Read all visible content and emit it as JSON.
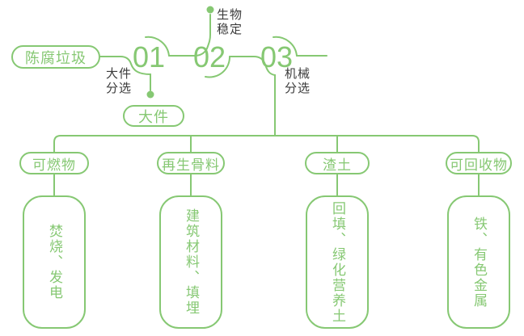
{
  "colors": {
    "green": "#86C873",
    "dark": "#3b3b3b",
    "bg": "#ffffff"
  },
  "source": {
    "label": "陈腐垃圾"
  },
  "steps": [
    {
      "number": "01",
      "side_label_lines": [
        "大件",
        "分选"
      ],
      "output_label": "大件"
    },
    {
      "number": "02",
      "side_label_lines": [
        "生物",
        "稳定"
      ]
    },
    {
      "number": "03",
      "side_label_lines": [
        "机械",
        "分选"
      ]
    }
  ],
  "branches": [
    {
      "category": "可燃物",
      "result": "焚烧、发电"
    },
    {
      "category": "再生骨料",
      "result": "建筑材料、填埋"
    },
    {
      "category": "渣土",
      "result": "回填、绿化营养土"
    },
    {
      "category": "可回收物",
      "result": "铁、有色金属"
    }
  ]
}
